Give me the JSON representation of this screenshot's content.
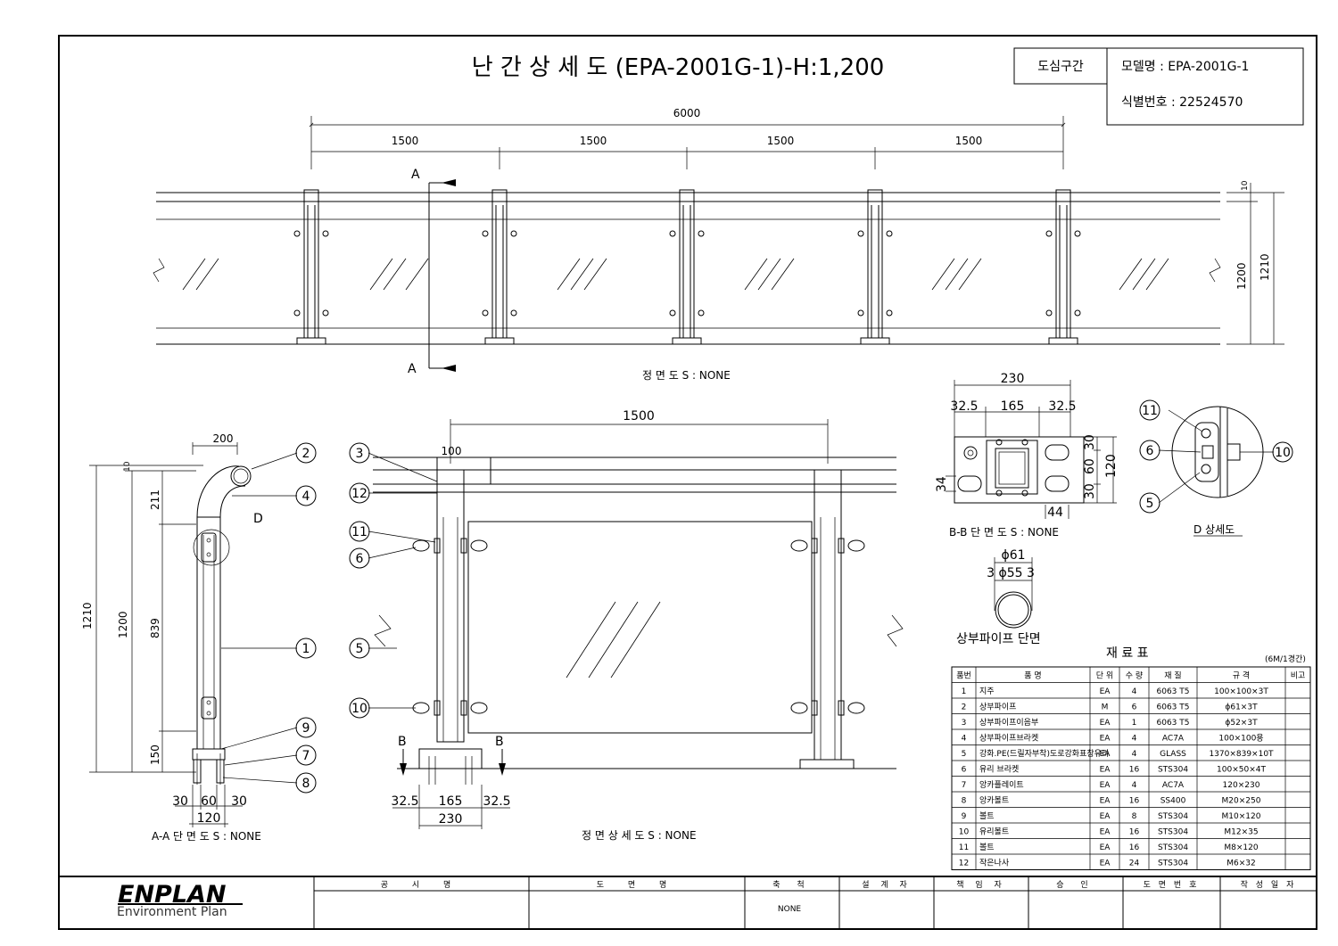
{
  "title": {
    "main": "난 간 상 세 도 (EPA-2001G-1)-H:1,200",
    "zone": "도심구간",
    "model_label": "모델명 : EPA-2001G-1",
    "id_label": "식별번호 : 22524570"
  },
  "front_view": {
    "caption": "정 면 도 S : NONE",
    "dim_total": "6000",
    "dim_spans": [
      "1500",
      "1500",
      "1500",
      "1500"
    ],
    "dim_right_small": "10",
    "dim_right_1200": "1200",
    "dim_right_1210": "1210",
    "section_mark": "A"
  },
  "section_aa": {
    "caption": "A-A 단 면 도 S : NONE",
    "dims": {
      "top": "200",
      "d10": "10",
      "d211": "211",
      "d839": "839",
      "d150": "150",
      "d1200": "1200",
      "d1210": "1210",
      "b30a": "30",
      "b60": "60",
      "b30b": "30",
      "b120": "120"
    },
    "detail_mark": "D"
  },
  "front_detail": {
    "caption": "정 면 상 세 도 S : NONE",
    "dims": {
      "span": "1500",
      "post": "100",
      "b1": "32.5",
      "b2": "165",
      "b3": "32.5",
      "b4": "230"
    },
    "section_mark": "B"
  },
  "bb_section": {
    "caption": "B-B 단 면 도 S : NONE",
    "dims": {
      "w230": "230",
      "a325": "32.5",
      "a165": "165",
      "b325": "32.5",
      "h30": "30",
      "h60": "60",
      "h30b": "30",
      "h120": "120",
      "s34": "34",
      "s44": "44"
    }
  },
  "d_detail": {
    "caption": "D 상세도"
  },
  "pipe_section": {
    "caption": "상부파이프 단면",
    "outer": "ϕ61",
    "inner": "3 ϕ55 3"
  },
  "callouts": [
    "1",
    "2",
    "3",
    "4",
    "5",
    "6",
    "7",
    "8",
    "9",
    "10",
    "11",
    "12"
  ],
  "materials": {
    "title": "재 료 표",
    "note": "(6M/1경간)",
    "headers": [
      "품번",
      "품 명",
      "단 위",
      "수 량",
      "재 질",
      "규 격",
      "비고"
    ],
    "rows": [
      [
        "1",
        "지주",
        "EA",
        "4",
        "6063 T5",
        "100×100×3T",
        ""
      ],
      [
        "2",
        "상부파이프",
        "M",
        "6",
        "6063 T5",
        "ϕ61×3T",
        ""
      ],
      [
        "3",
        "상부파이프이음부",
        "EA",
        "1",
        "6063 T5",
        "ϕ52×3T",
        ""
      ],
      [
        "4",
        "상부파이프브라켓",
        "EA",
        "4",
        "AC7A",
        "100×100용",
        ""
      ],
      [
        "5",
        "강화.PE(드릴자부착)도로강화표창유리",
        "EA",
        "4",
        "GLASS",
        "1370×839×10T",
        ""
      ],
      [
        "6",
        "유리 브라켓",
        "EA",
        "16",
        "STS304",
        "100×50×4T",
        ""
      ],
      [
        "7",
        "앙카플레이트",
        "EA",
        "4",
        "AC7A",
        "120×230",
        ""
      ],
      [
        "8",
        "앙카볼트",
        "EA",
        "16",
        "SS400",
        "M20×250",
        ""
      ],
      [
        "9",
        "볼트",
        "EA",
        "8",
        "STS304",
        "M10×120",
        ""
      ],
      [
        "10",
        "유리볼트",
        "EA",
        "16",
        "STS304",
        "M12×35",
        ""
      ],
      [
        "11",
        "볼트",
        "EA",
        "16",
        "STS304",
        "M8×120",
        ""
      ],
      [
        "12",
        "작은나사",
        "EA",
        "24",
        "STS304",
        "M6×32",
        ""
      ]
    ]
  },
  "title_block": {
    "logo": "ENPLAN",
    "logo_sub": "Environment  Plan",
    "headers": [
      "공 시 명",
      "도 면 명",
      "축 척",
      "설 계 자",
      "책 임 자",
      "승 인",
      "도 면 번 호",
      "작 성 일 자"
    ],
    "scale_value": "NONE"
  }
}
